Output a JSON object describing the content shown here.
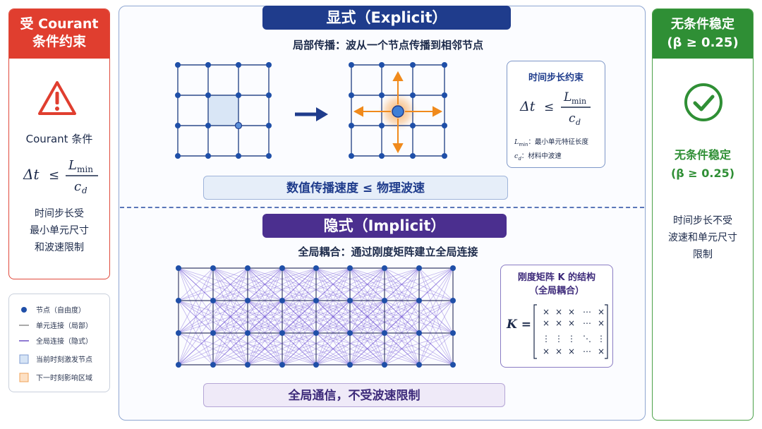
{
  "courant": {
    "title": "受 Courant\n条件约束",
    "condition_label": "Courant 条件",
    "note": "时间步长受\n最小单元尺寸\n和波速限制"
  },
  "formula": {
    "dt": "Δt",
    "le": "≤",
    "L": "L",
    "L_sub": "min",
    "c": "c",
    "c_sub": "d"
  },
  "legend": {
    "items": [
      {
        "label": "节点（自由度）",
        "icon": "node-dot-icon"
      },
      {
        "label": "单元连接（局部）",
        "icon": "gray-line-icon"
      },
      {
        "label": "全局连接（隐式）",
        "icon": "purple-line-icon"
      },
      {
        "label": "当前时刻激发节点",
        "icon": "blue-square-icon"
      },
      {
        "label": "下一时刻影响区域",
        "icon": "orange-square-icon"
      }
    ]
  },
  "explicit": {
    "title": "显式（Explicit）",
    "subtitle": "局部传播：波从一个节点传播到相邻节点",
    "timestep_box": {
      "title": "时间步长约束",
      "note_L_sym": "L",
      "note_L_sub": "min",
      "note_L_text": "：最小单元特征长度",
      "note_c_sym": "c",
      "note_c_sub": "d",
      "note_c_text": "：材料中波速"
    },
    "bottom_note": "数值传播速度 ≤ 物理波速"
  },
  "implicit": {
    "title": "隐式（Implicit）",
    "subtitle": "全局耦合：通过刚度矩阵建立全局连接",
    "k_box": {
      "title": "刚度矩阵 K 的结构\n（全局耦合）",
      "lhs": "K =",
      "rows": [
        [
          "×",
          "×",
          "×",
          "⋯",
          "×"
        ],
        [
          "×",
          "×",
          "×",
          "⋯",
          "×"
        ],
        [
          "⋮",
          "⋮",
          "⋮",
          "⋱",
          "⋮"
        ],
        [
          "×",
          "×",
          "×",
          "⋯",
          "×"
        ]
      ]
    },
    "bottom_note": "全局通信，不受波速限制"
  },
  "unconditional": {
    "header": "无条件稳定\n(β ≥ 0.25)",
    "title": "无条件稳定\n(β ≥ 0.25)",
    "note": "时间步长不受\n波速和单元尺寸\n限制"
  },
  "colors": {
    "red": "#e03e2f",
    "green": "#2f8f35",
    "navy": "#1f3c8c",
    "purple": "#4b2f8f",
    "orange": "#f08a1c"
  }
}
